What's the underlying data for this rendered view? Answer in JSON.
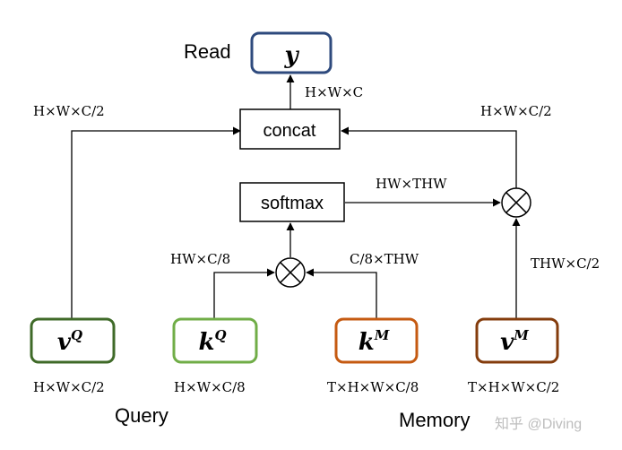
{
  "labels": {
    "read": "Read",
    "query": "Query",
    "memory": "Memory",
    "watermark": "知乎 @Diving"
  },
  "nodes": {
    "y": {
      "base": "y",
      "sup": ""
    },
    "concat": {
      "text": "concat"
    },
    "softmax": {
      "text": "softmax"
    },
    "vq": {
      "base": "v",
      "sup": "Q"
    },
    "kq": {
      "base": "k",
      "sup": "Q"
    },
    "km": {
      "base": "k",
      "sup": "M"
    },
    "vm": {
      "base": "v",
      "sup": "M"
    }
  },
  "dims": {
    "concat_out": "H×W×C",
    "left_top": "H×W×C/2",
    "right_top": "H×W×C/2",
    "attn": "HW×THW",
    "kq_edge": "HW×C/8",
    "km_edge": "C/8×THW",
    "vm_edge": "THW×C/2",
    "vq": "H×W×C/2",
    "kq": "H×W×C/8",
    "km": "T×H×W×C/8",
    "vm": "T×H×W×C/2"
  },
  "operators": {
    "multiply": "⊗"
  },
  "colors": {
    "y": "#2e4a7d",
    "vq": "#3f6a28",
    "kq": "#70ad47",
    "km": "#c55a11",
    "vm": "#843c0c",
    "line": "#000000",
    "watermark": "#c8c8c8"
  }
}
